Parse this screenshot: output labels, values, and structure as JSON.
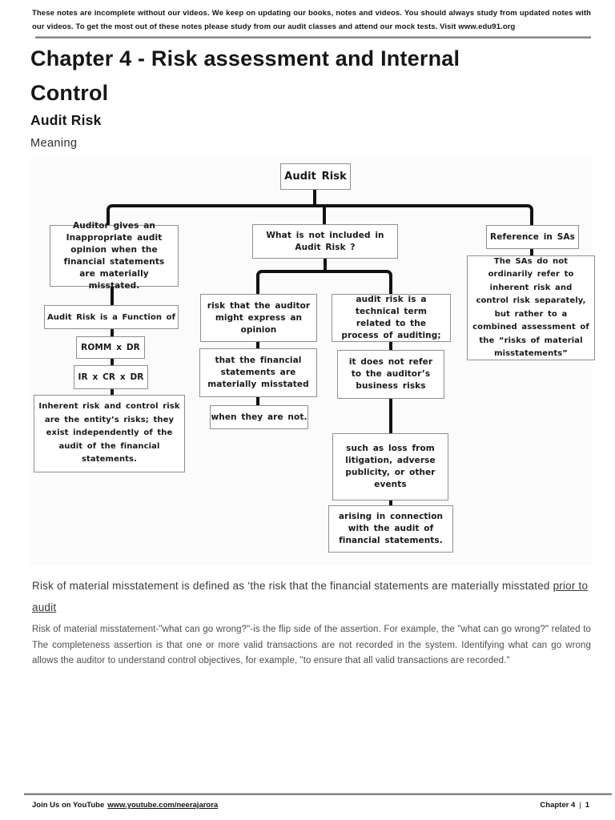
{
  "header": {
    "notice": "These notes are incomplete without our videos. We keep on updating our books, notes and videos. You should always study from updated notes with our videos. To get the most out of these notes please study from our audit classes and attend our mock tests. Visit www.edu91.org"
  },
  "page": {
    "title": "Chapter 4 - Risk assessment and Internal Control",
    "section_heading": "Audit Risk",
    "subsection": "Meaning"
  },
  "diagram": {
    "root": "Audit Risk",
    "left_chain": [
      "Auditor gives an Inappropriate audit opinion when the financial statements are materially misstated.",
      "Audit Risk is a Function of",
      "ROMM x DR",
      "IR x CR x DR",
      "Inherent risk and control risk are the entity’s risks; they exist independently of the audit of the financial statements."
    ],
    "middle": {
      "header": "What is not included in Audit Risk ?",
      "left_chain": [
        "risk that the auditor might express an opinion",
        "that the financial statements are materially misstated",
        "when they are not."
      ],
      "right_chain": [
        "audit risk is a technical term related to the process of auditing;",
        "it does not refer to the auditor’s business risks",
        "such as loss from litigation, adverse publicity, or other events",
        "arising in connection with the audit of financial statements."
      ]
    },
    "right": {
      "header": "Reference in SAs",
      "body": "The SAs do not ordinarily refer to inherent risk and control risk separately, but rather to a combined assessment of the “risks of material misstatements”"
    }
  },
  "paragraphs": {
    "p1_main": "Risk of material misstatement is defined as ‘the risk that the financial statements are materially misstated",
    "p1_underlined": "prior to audit",
    "p2": "Risk of material misstatement-\"what can go wrong?\"-is the flip side of the assertion. For example, the \"what can go wrong?\" related to The completeness assertion is that one or more valid transactions are not recorded in the system. Identifying what can go wrong allows the auditor to understand control objectives, for example, \"to ensure that all valid transactions are recorded.\""
  },
  "footer": {
    "join_label": "Join Us on YouTube",
    "youtube_url": "www.youtube.com/neerajarora",
    "chapter_label": "Chapter 4",
    "separator": "|",
    "page_number": "1"
  },
  "colors": {
    "connector": "#121212",
    "box_border": "#8f8f8f",
    "divider": "#868686",
    "title_text": "#161616",
    "body_text": "#4c4c4c"
  }
}
